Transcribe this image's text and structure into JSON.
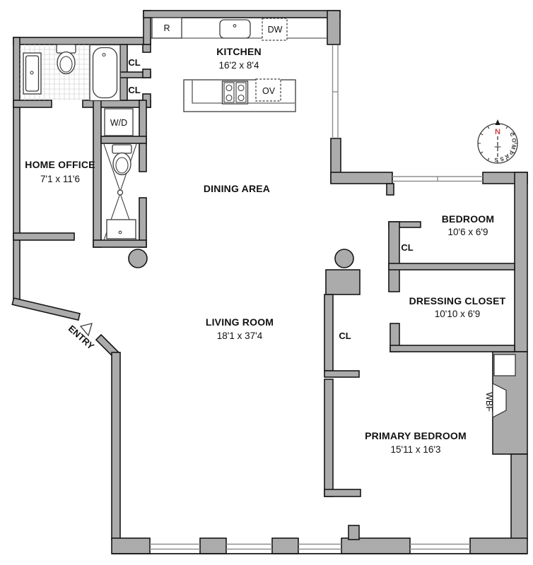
{
  "rooms": {
    "kitchen": {
      "name": "KITCHEN",
      "dims": "16'2 x 8'4"
    },
    "dining": {
      "name": "DINING AREA"
    },
    "living": {
      "name": "LIVING ROOM",
      "dims": "18'1 x 37'4"
    },
    "home_office": {
      "name": "HOME OFFICE",
      "dims": "7'1 x 11'6"
    },
    "bedroom": {
      "name": "BEDROOM",
      "dims": "10'6 x 6'9"
    },
    "dressing_closet": {
      "name": "DRESSING CLOSET",
      "dims": "10'10 x 6'9"
    },
    "primary_bedroom": {
      "name": "PRIMARY BEDROOM",
      "dims": "15'11 x 16'3"
    },
    "entry": {
      "name": "ENTRY"
    }
  },
  "closets": {
    "bath_upper": "CL",
    "bath_lower": "CL",
    "living": "CL",
    "bedroom": "CL"
  },
  "appliances": {
    "refrigerator": "R",
    "dishwasher": "DW",
    "oven": "OV",
    "washer_dryer": "W/D"
  },
  "fireplace": {
    "label": "WBF"
  },
  "compass": {
    "north": "N",
    "label": "COMPASS"
  },
  "colors": {
    "wall": "#ababab",
    "outline": "#161616",
    "window": "#8f8f8f",
    "north": "#cc4444"
  }
}
